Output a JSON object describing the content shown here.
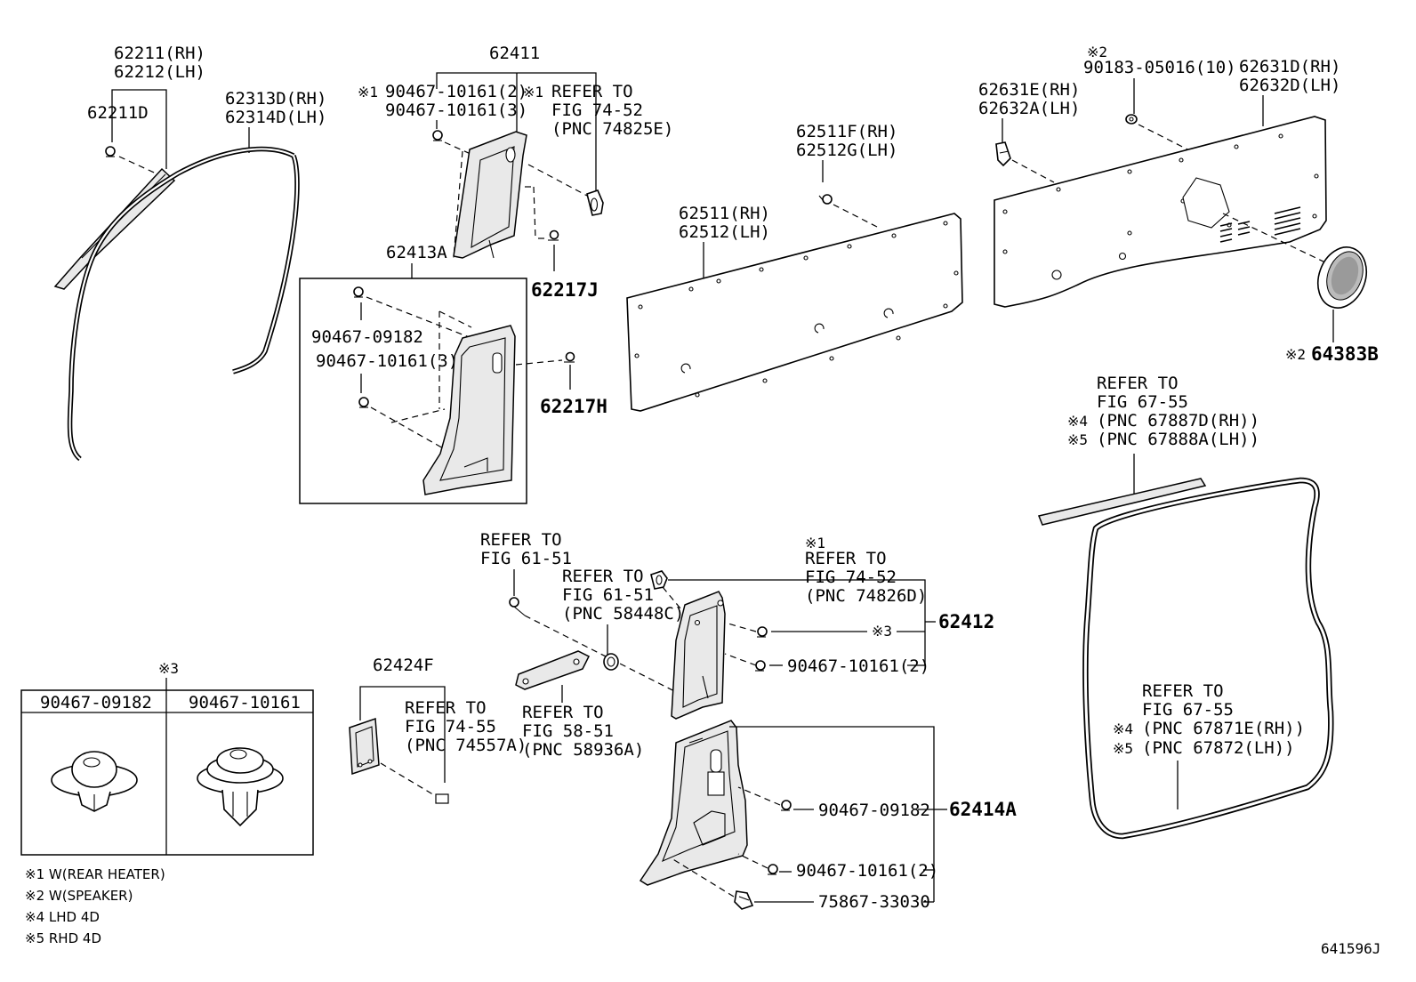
{
  "parts": {
    "p62211_rh": "62211(RH)",
    "p62212_lh": "62212(LH)",
    "p62211d": "62211D",
    "p62313d_rh": "62313D(RH)",
    "p62314d_lh": "62314D(LH)",
    "p62411": "62411",
    "p90467_10161_2": "90467-10161(2)",
    "p90467_10161_3": "90467-10161(3)",
    "p62413a": "62413A",
    "p90467_09182": "90467-09182",
    "p90467_10161_3b": "90467-10161(3)",
    "p62217j": "62217J",
    "p62217h": "62217H",
    "p62511f_rh": "62511F(RH)",
    "p62512g_lh": "62512G(LH)",
    "p62511_rh": "62511(RH)",
    "p62512_lh": "62512(LH)",
    "p62631e_rh": "62631E(RH)",
    "p62632a_lh": "62632A(LH)",
    "p90183": "90183-05016(10)",
    "p62631d_rh": "62631D(RH)",
    "p62632d_lh": "62632D(LH)",
    "p64383b": "64383B",
    "p62412": "62412",
    "p62412_clip": "90467-10161(2)",
    "p62424f": "62424F",
    "p62414a": "62414A",
    "p62414a_c1": "90467-09182",
    "p62414a_c2": "90467-10161(2)",
    "p62414a_c3": "75867-33030"
  },
  "refs": {
    "r7452a_1": "REFER TO",
    "r7452a_2": "FIG 74-52",
    "r7452a_3": "(PNC 74825E)",
    "r6755a_1": "REFER TO",
    "r6755a_2": "FIG 67-55",
    "r6755a_3": "(PNC 67887D(RH))",
    "r6755a_4": "(PNC 67888A(LH))",
    "r6151a_1": "REFER TO",
    "r6151a_2": "FIG 61-51",
    "r6151b_1": "REFER TO",
    "r6151b_2": "FIG 61-51",
    "r6151b_3": "(PNC 58448C)",
    "r7452b_1": "REFER TO",
    "r7452b_2": "FIG 74-52",
    "r7452b_3": "(PNC 74826D)",
    "r7455_1": "REFER TO",
    "r7455_2": "FIG 74-55",
    "r7455_3": "(PNC 74557A)",
    "r5851_1": "REFER TO",
    "r5851_2": "FIG 58-51",
    "r5851_3": "(PNC 58936A)",
    "r6755b_1": "REFER TO",
    "r6755b_2": "FIG 67-55",
    "r6755b_3": "(PNC 67871E(RH))",
    "r6755b_4": "(PNC 67872(LH))"
  },
  "marks": {
    "m1": "※1",
    "m1b": "※1",
    "m1c": "※1",
    "m2": "※2",
    "m2b": "※2",
    "m3": "※3",
    "m3b": "※3",
    "m4": "※4",
    "m5": "※5",
    "m4b": "※4",
    "m5b": "※5"
  },
  "clip_table": {
    "mark": "※3",
    "col1": "90467-09182",
    "col2": "90467-10161"
  },
  "legend": {
    "n1": "※1 W(REAR HEATER)",
    "n2": "※2 W(SPEAKER)",
    "n4": "※4 LHD 4D",
    "n5": "※5 RHD 4D"
  },
  "diagram_id": "641596J"
}
